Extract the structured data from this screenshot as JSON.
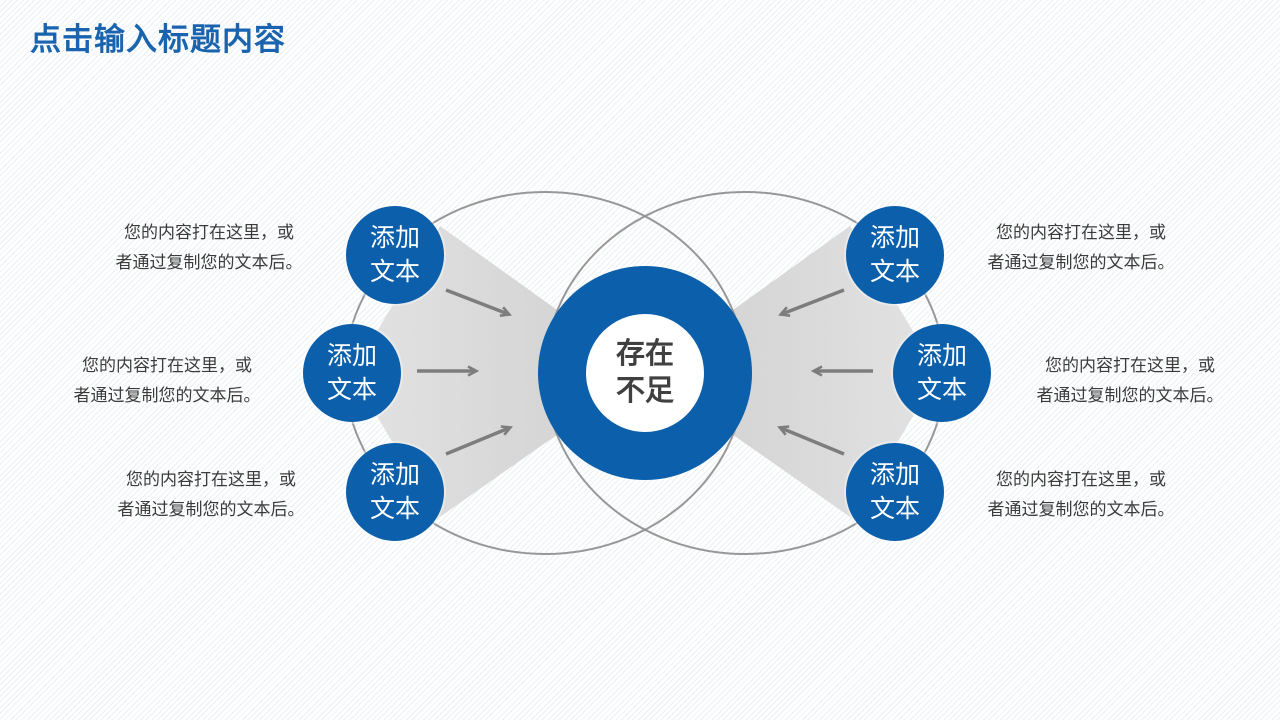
{
  "title": "点击输入标题内容",
  "center_node": {
    "line1": "存在",
    "line2": "不足"
  },
  "node_label": {
    "line1": "添加",
    "line2": "文本"
  },
  "description": {
    "line1": "您的内容打在这里，或",
    "line2": "者通过复制您的文本后。"
  },
  "colors": {
    "primary_blue": "#0b5fab",
    "title_blue": "#1a63ae",
    "wedge_gray": "#d6d6d6",
    "ellipse_stroke_gray": "#8d8d8d",
    "arrow_gray": "#7d7d7d",
    "body_text": "#3b3b3b",
    "center_text": "#404040",
    "background": "#ffffff"
  }
}
